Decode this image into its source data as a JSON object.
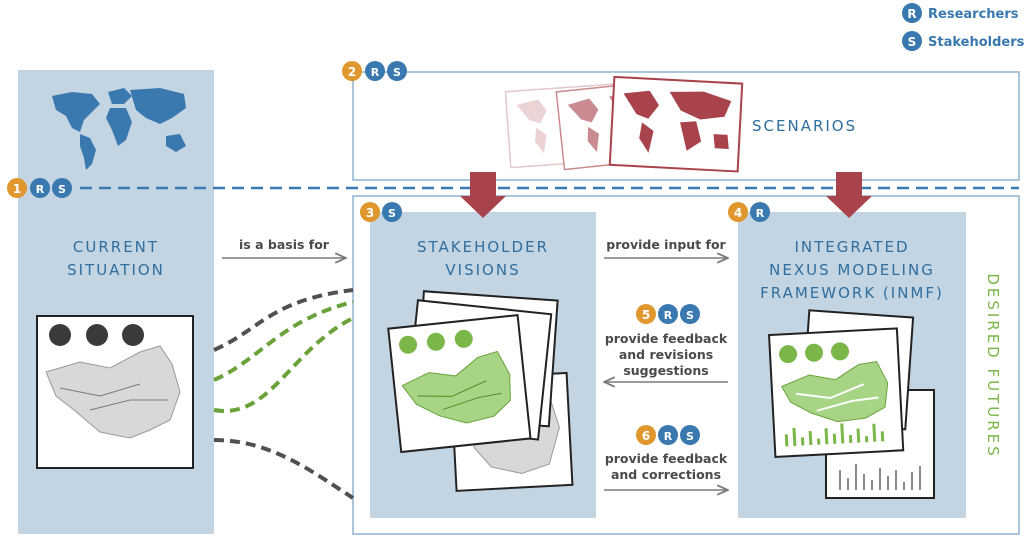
{
  "legend": {
    "researchers": {
      "letter": "R",
      "label": "Researchers"
    },
    "stakeholders": {
      "letter": "S",
      "label": "Stakeholders"
    }
  },
  "steps": {
    "one": "1",
    "two": "2",
    "three": "3",
    "four": "4",
    "five": "5",
    "six": "6"
  },
  "panels": {
    "current_line1": "CURRENT",
    "current_line2": "SITUATION",
    "scenarios": "SCENARIOS",
    "visions_line1": "STAKEHOLDER",
    "visions_line2": "VISIONS",
    "inmf_line1": "INTEGRATED",
    "inmf_line2": "NEXUS MODELING",
    "inmf_line3": "FRAMEWORK (INMF)",
    "desired_futures": "DESIRED FUTURES"
  },
  "arrows": {
    "basis": "is a basis for",
    "input": "provide input for",
    "feedback_line1": "provide feedback",
    "feedback_line2": "and revisions",
    "feedback_line3": "suggestions",
    "corrections_line1": "provide feedback",
    "corrections_line2": "and corrections"
  },
  "colors": {
    "researcher": "#3a78b0",
    "stakeholder": "#3a78b0",
    "step": "#e0982e",
    "panel_blue": "#c3d5e3",
    "title_blue": "#2f6e9f",
    "futures_green": "#7ab648",
    "scenario_red": "#a8434b"
  }
}
